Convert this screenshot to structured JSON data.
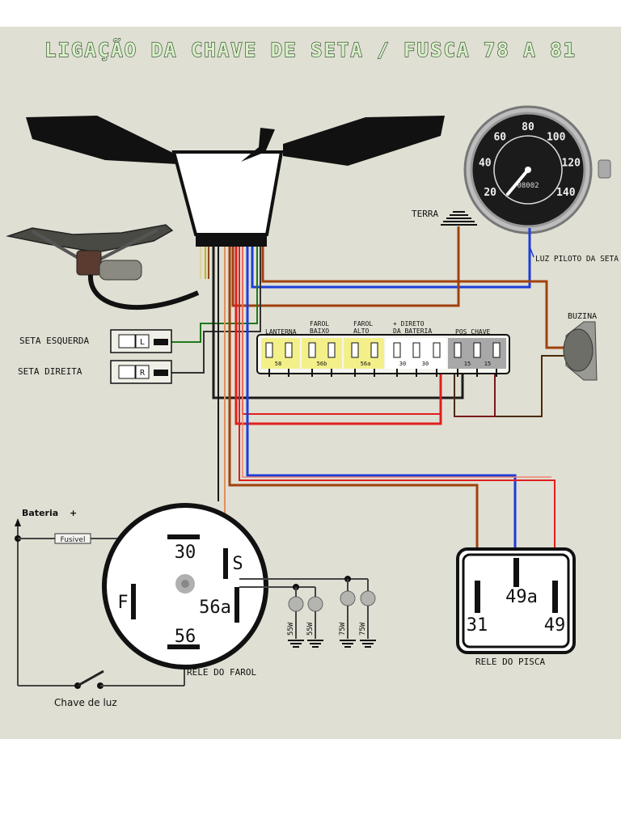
{
  "title": "LIGAÇÃO DA CHAVE DE SETA / FUSCA 78 A 81",
  "labels": {
    "terra": "TERRA",
    "luz_piloto": "LUZ PILOTO DA SETA",
    "buzina": "BUZINA",
    "seta_esquerda": "SETA ESQUERDA",
    "seta_direita": "SETA DIREITA",
    "bateria": "Bateria",
    "bateria_sign": "+",
    "fusivel": "Fusivel",
    "chave_de_luz": "Chave de luz",
    "rele_do_farol": "RELE DO FAROL",
    "rele_do_pisca": "RELE DO PISCA",
    "indicator_left": "L",
    "indicator_right": "R"
  },
  "fuse_box": {
    "groups": [
      {
        "name": "LANTERNA"
      },
      {
        "name": "FAROL BAIXO"
      },
      {
        "name": "FAROL ALTO"
      },
      {
        "name": "+ DIRETO DA BATERIA"
      },
      {
        "name": "POS CHAVE"
      }
    ],
    "bottom_labels": [
      "58",
      "56b",
      "56a",
      "30",
      "30",
      "15",
      "15"
    ]
  },
  "speedometer": {
    "ticks": [
      "20",
      "40",
      "60",
      "80",
      "100",
      "120",
      "140"
    ],
    "odometer": "08002"
  },
  "headlight_relay": {
    "terminals": [
      "30",
      "S",
      "F",
      "56a",
      "56"
    ]
  },
  "lamps": [
    "55W",
    "55W",
    "75W",
    "75W"
  ],
  "flasher_relay": {
    "terminals": [
      "49a",
      "31",
      "49"
    ]
  },
  "colors": {
    "background": "#e0dfd3",
    "wire_brown": "#a0410d",
    "wire_blue": "#1c3cd8",
    "wire_red": "#e01e1e",
    "wire_black": "#1a1a1a",
    "wire_green": "#1d7a1d",
    "wire_pink": "#f08070",
    "wire_yellow": "#c8b400",
    "fuse_yellow": "#f3f08a"
  }
}
